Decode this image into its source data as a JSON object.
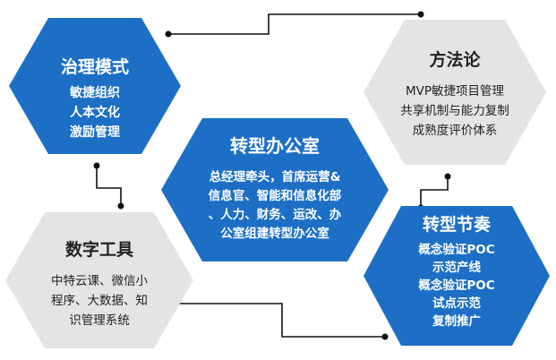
{
  "colors": {
    "blue": "#1c6fc5",
    "gray": "#e4e4e4",
    "connector": "#111111"
  },
  "hexagons": {
    "governance": {
      "title": "治理模式",
      "lines": [
        "敏捷组织",
        "人本文化",
        "激励管理"
      ]
    },
    "methodology": {
      "title": "方法论",
      "lines": [
        "MVP敏捷项目管理",
        "共享机制与能力复制",
        "成熟度评价体系"
      ]
    },
    "center": {
      "title": "转型办公室",
      "lines": [
        "总经理牵头，首席运营&",
        "信息官、智能和信息化部",
        "、人力、财务、运改、办",
        "公室组建转型办公室"
      ]
    },
    "digital_tools": {
      "title": "数字工具",
      "lines": [
        "中特云课、微信小",
        "程序、大数据、知",
        "识管理系统"
      ]
    },
    "rhythm": {
      "title": "转型节奏",
      "lines": [
        "概念验证POC",
        "示范产线",
        "概念验证POC",
        "试点示范",
        "复制推广"
      ]
    }
  }
}
